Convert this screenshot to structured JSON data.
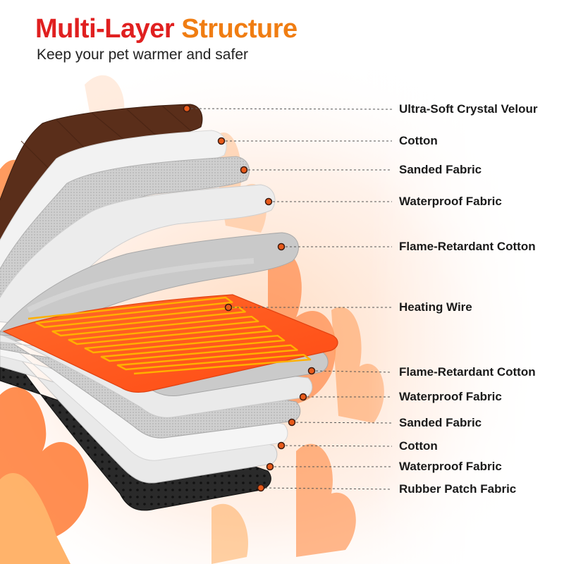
{
  "header": {
    "title_part1": "Multi-Layer",
    "title_part2": "Structure",
    "subtitle": "Keep your pet warmer and safer"
  },
  "layers": [
    {
      "label": "Ultra-Soft Crystal Velour",
      "side": "top"
    },
    {
      "label": "Cotton",
      "side": "top"
    },
    {
      "label": "Sanded Fabric",
      "side": "top"
    },
    {
      "label": "Waterproof Fabric",
      "side": "top"
    },
    {
      "label": "Flame-Retardant Cotton",
      "side": "top"
    },
    {
      "label": "Heating Wire",
      "side": "core"
    },
    {
      "label": "Flame-Retardant Cotton",
      "side": "bottom"
    },
    {
      "label": "Waterproof Fabric",
      "side": "bottom"
    },
    {
      "label": "Sanded Fabric",
      "side": "bottom"
    },
    {
      "label": "Cotton",
      "side": "bottom"
    },
    {
      "label": "Waterproof Fabric",
      "side": "bottom"
    },
    {
      "label": "Rubber Patch Fabric",
      "side": "bottom"
    }
  ],
  "colors": {
    "title_red": "#e02020",
    "title_orange": "#f07d12",
    "velour_brown": "#5a2e1a",
    "heating_orange": "#ff5a1f",
    "heating_wire": "#ffb000",
    "marker": "#e85a1a",
    "rubber_black": "#222222",
    "flame": "#ff6a1a"
  }
}
